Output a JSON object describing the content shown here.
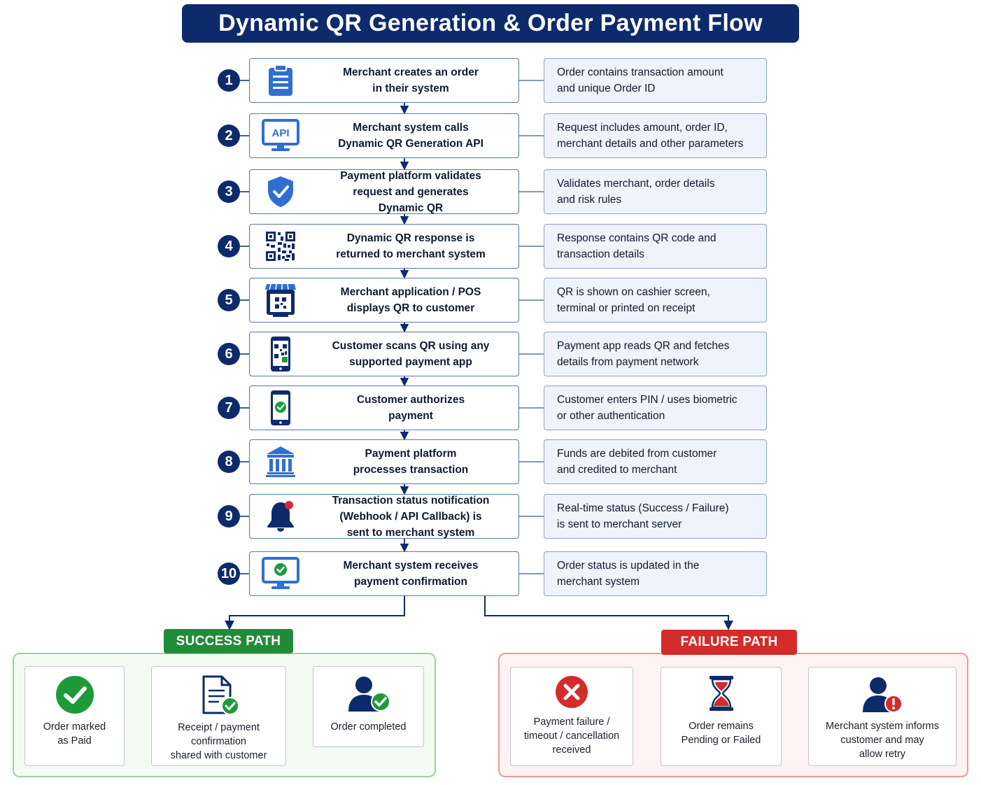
{
  "title": "Dynamic QR Generation & Order Payment Flow",
  "steps": [
    {
      "number": "1",
      "icon": "clipboard-icon",
      "text": "Merchant creates an order\nin their system",
      "note": "Order contains transaction amount\nand unique Order ID"
    },
    {
      "number": "2",
      "icon": "api-monitor-icon",
      "icon_label": "API",
      "text": "Merchant system calls\nDynamic QR Generation API",
      "note": "Request includes amount, order ID,\nmerchant details and other parameters"
    },
    {
      "number": "3",
      "icon": "shield-check-icon",
      "text": "Payment platform validates\nrequest and generates\nDynamic QR",
      "note": "Validates merchant, order details\nand risk rules"
    },
    {
      "number": "4",
      "icon": "qr-code-icon",
      "text": "Dynamic QR response is\nreturned to merchant system",
      "note": "Response contains QR code and\ntransaction details"
    },
    {
      "number": "5",
      "icon": "pos-terminal-icon",
      "text": "Merchant application / POS\ndisplays QR to customer",
      "note": "QR is shown on cashier screen,\nterminal or printed on receipt"
    },
    {
      "number": "6",
      "icon": "phone-qr-icon",
      "text": "Customer scans QR using any\nsupported payment app",
      "note": "Payment app reads QR and fetches\ndetails from payment network"
    },
    {
      "number": "7",
      "icon": "phone-check-icon",
      "text": "Customer authorizes\npayment",
      "note": "Customer enters PIN / uses biometric\nor other authentication"
    },
    {
      "number": "8",
      "icon": "bank-icon",
      "text": "Payment platform\nprocesses transaction",
      "note": "Funds are debited from customer\nand credited to merchant"
    },
    {
      "number": "9",
      "icon": "bell-notification-icon",
      "text": "Transaction status notification\n(Webhook / API Callback) is\nsent to merchant system",
      "note": "Real-time status (Success / Failure)\nis sent to merchant server"
    },
    {
      "number": "10",
      "icon": "monitor-check-icon",
      "text": "Merchant system receives\npayment confirmation",
      "note": "Order status is updated in the\nmerchant system"
    }
  ],
  "success_path": {
    "label": "SUCCESS PATH",
    "items": [
      {
        "icon": "check-circle-icon",
        "text": "Order marked\nas Paid"
      },
      {
        "icon": "receipt-check-icon",
        "text": "Receipt / payment\nconfirmation\nshared with customer"
      },
      {
        "icon": "user-check-icon",
        "text": "Order completed"
      }
    ]
  },
  "failure_path": {
    "label": "FAILURE PATH",
    "items": [
      {
        "icon": "x-circle-icon",
        "text": "Payment failure /\ntimeout / cancellation\nreceived"
      },
      {
        "icon": "hourglass-icon",
        "text": "Order remains\nPending or Failed"
      },
      {
        "icon": "user-alert-icon",
        "text": "Merchant system informs\ncustomer and may\nallow retry"
      }
    ]
  },
  "colors": {
    "navy": "#0d2b6b",
    "icon_blue": "#2f6fd0",
    "success_green": "#228b3a",
    "failure_red": "#d42b2b",
    "note_bg": "#eef3fc"
  }
}
